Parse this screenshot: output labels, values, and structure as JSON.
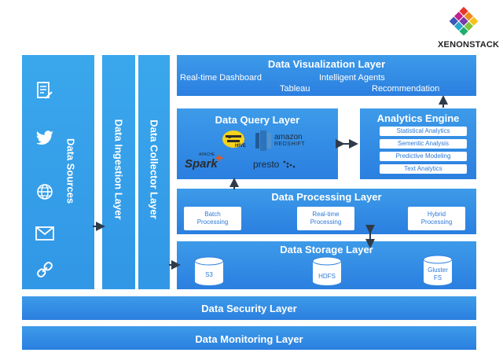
{
  "brand": {
    "name": "XENONSTACK"
  },
  "sources": {
    "title": "Data Sources",
    "icons": [
      "document-icon",
      "twitter-icon",
      "globe-icon",
      "mail-icon",
      "link-icon"
    ]
  },
  "ingestion": {
    "title": "Data Ingestion Layer"
  },
  "collector": {
    "title": "Data Collector Layer"
  },
  "visualization": {
    "title": "Data Visualization Layer",
    "items": [
      "Real-time Dashboard",
      "Intelligent Agents",
      "Tableau",
      "Recommendation"
    ]
  },
  "query": {
    "title": "Data Query Layer",
    "logos": {
      "hive": "HIVE",
      "redshift_top": "amazon",
      "redshift_bottom": "REDSHIFT",
      "spark": "Spark",
      "spark_small": "APACHE",
      "presto": "presto"
    }
  },
  "analytics": {
    "title": "Analytics Engine",
    "items": [
      "Statistical Analytics",
      "Sementic Analysis",
      "Predictive Modeling",
      "Text Analytics"
    ]
  },
  "processing": {
    "title": "Data Processing Layer",
    "items": [
      "Batch\nProcessing",
      "Real-time\nProcessing",
      "Hybrid\nProcessing"
    ]
  },
  "storage": {
    "title": "Data Storage Layer",
    "items": [
      "S3",
      "HDFS",
      "Gluster\nFS"
    ]
  },
  "security": {
    "title": "Data Security Layer"
  },
  "monitoring": {
    "title": "Data Monitoring Layer"
  },
  "colors": {
    "accent": "#2b7fe0",
    "arrow": "#2f3b4a",
    "box_text": "#2b79d8"
  }
}
